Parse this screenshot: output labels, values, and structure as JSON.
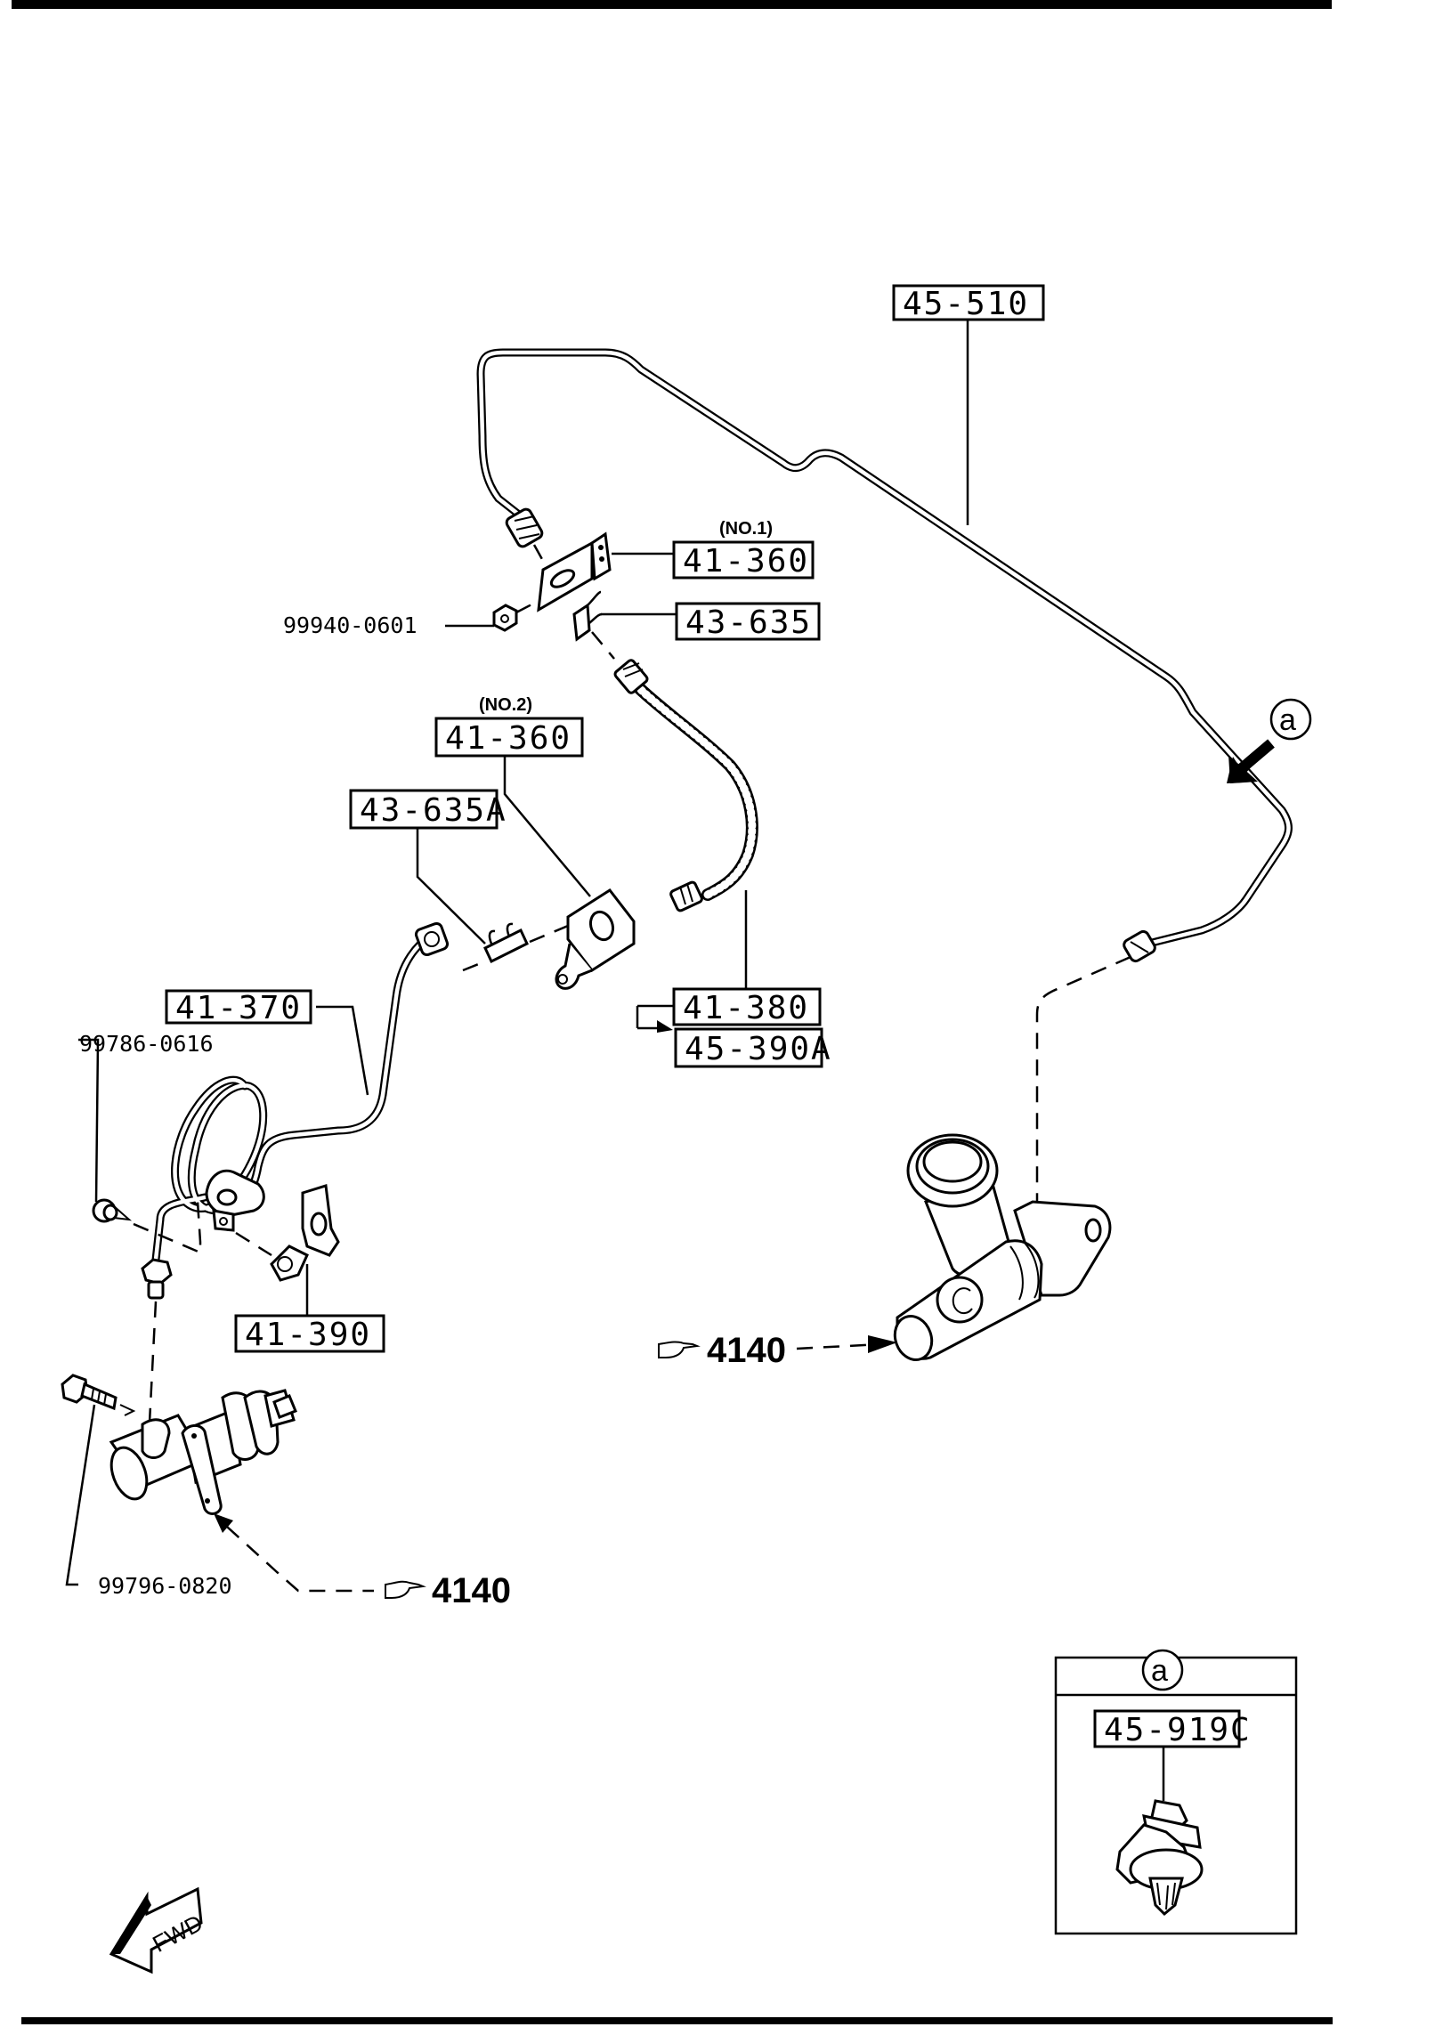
{
  "diagram": {
    "title": "Clutch hydraulic line parts diagram",
    "part_labels": {
      "pipe_main": "45-510",
      "bracket_no1_note": "(NO.1)",
      "bracket_no1": "41-360",
      "clip": "43-635",
      "nut": "99940-0601",
      "bracket_no2_note": "(NO.2)",
      "bracket_no2": "41-360",
      "clip_a": "43-635A",
      "hose": "41-380",
      "hose_alt": "45-390A",
      "pipe_coil": "41-370",
      "bolt_upper": "99786-0616",
      "bracket_lower": "41-390",
      "bolt_lower": "99796-0820",
      "ref_master": "4140",
      "ref_release": "4140",
      "callout_letter": "a",
      "detail_letter": "a",
      "detail_clip": "45-919C",
      "fwd_label": "FWD"
    },
    "icons": {
      "ref_pointer": "pointing-hand-icon",
      "callout": "circle-a-icon",
      "fwd": "fwd-arrow-icon"
    }
  }
}
